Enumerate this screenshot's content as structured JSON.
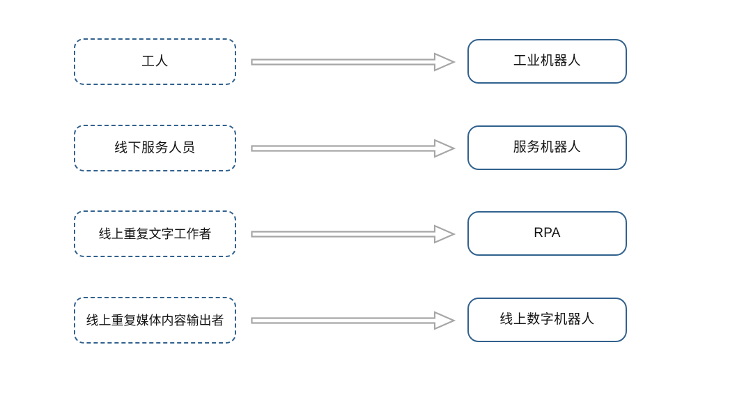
{
  "diagram": {
    "type": "mapping-flow",
    "orientation": "left-to-right",
    "row_count": 4,
    "colors": {
      "source_border": "#31618e",
      "target_border": "#31618e",
      "arrow": "#a6a6a6",
      "text": "#131313",
      "background": "#ffffff"
    },
    "rows": [
      {
        "source": "工人",
        "arrow": "block-arrow-right-icon",
        "target": "工业机器人",
        "target_script": "han"
      },
      {
        "source": "线下服务人员",
        "arrow": "block-arrow-right-icon",
        "target": "服务机器人",
        "target_script": "han"
      },
      {
        "source": "线上重复文字工作者",
        "arrow": "block-arrow-right-icon",
        "target": "RPA",
        "target_script": "latin"
      },
      {
        "source": "线上重复媒体内容输出者",
        "arrow": "block-arrow-right-icon",
        "target": "线上数字机器人",
        "target_script": "han"
      }
    ]
  }
}
